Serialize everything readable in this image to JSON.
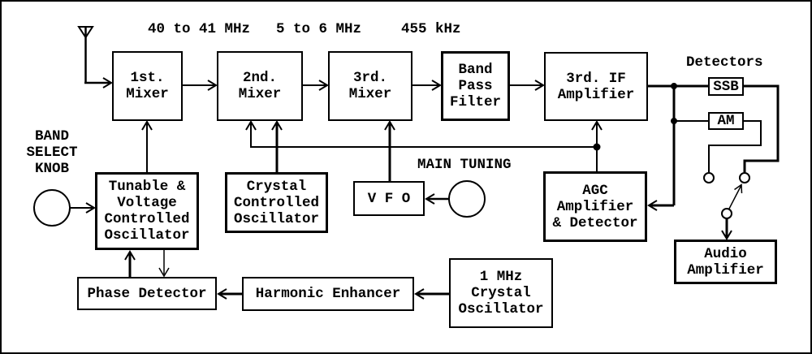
{
  "colors": {
    "ink": "#000000",
    "paper": "#ffffff"
  },
  "frequency_labels": {
    "stage1": "40 to 41 MHz",
    "stage2": "5 to 6 MHz",
    "stage3": "455 kHz"
  },
  "blocks": {
    "mixer1": "1st.\nMixer",
    "mixer2": "2nd.\nMixer",
    "mixer3": "3rd.\nMixer",
    "band_pass_filter": "Band\nPass\nFilter",
    "if_amplifier": "3rd. IF\nAmplifier",
    "ssb_detector": "SSB",
    "am_detector": "AM",
    "tvco": "Tunable &\nVoltage\nControlled\nOscillator",
    "crystal_oscillator": "Crystal\nControlled\nOscillator",
    "vfo": "V F O",
    "agc": "AGC\nAmplifier\n& Detector",
    "audio_amplifier": "Audio\nAmplifier",
    "phase_detector": "Phase Detector",
    "harmonic_enhancer": "Harmonic Enhancer",
    "crystal_1mhz": "1 MHz\nCrystal\nOscillator"
  },
  "labels": {
    "detectors": "Detectors",
    "band_select_knob": "BAND\nSELECT\nKNOB",
    "main_tuning": "MAIN TUNING"
  }
}
